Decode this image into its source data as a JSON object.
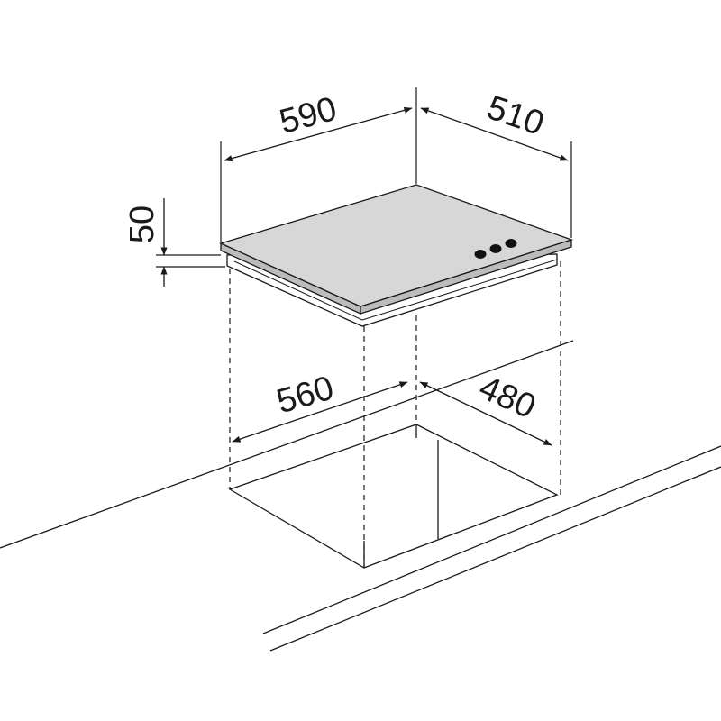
{
  "diagram": {
    "dimensions": {
      "top_width": "590",
      "top_depth": "510",
      "height": "50",
      "cutout_width": "560",
      "cutout_depth": "480"
    },
    "colors": {
      "line": "#1a1a1a",
      "hob_top": "#d7d7d7",
      "hob_edge": "#bcbcbc",
      "knob": "#111111",
      "background": "#ffffff"
    }
  }
}
